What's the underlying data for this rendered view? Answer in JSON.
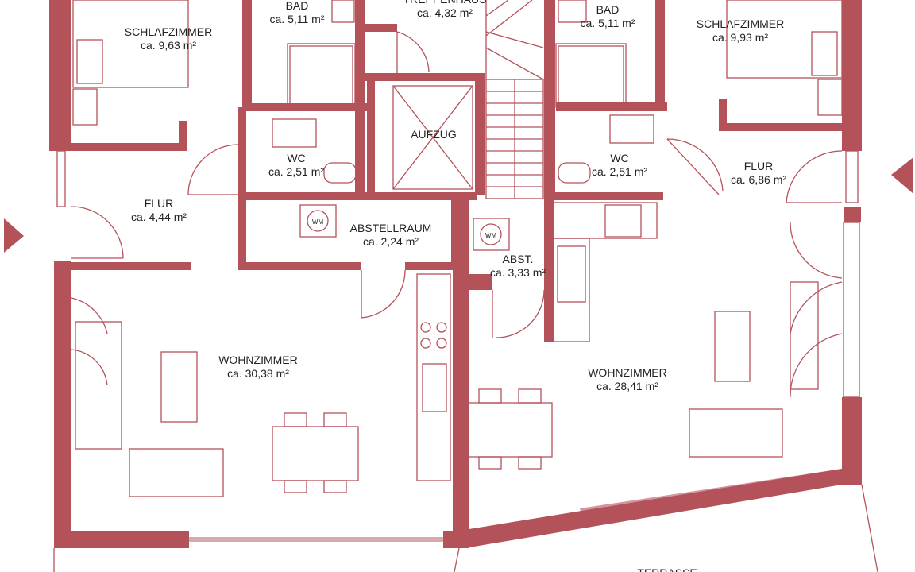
{
  "rooms": [
    {
      "name": "SCHLAFZIMMER",
      "area": "ca. 9,63 m²"
    },
    {
      "name": "BAD",
      "area": "ca. 5,11 m²"
    },
    {
      "name": "TREPPENHAUS",
      "area": "ca. 4,32 m²"
    },
    {
      "name": "BAD",
      "area": "ca. 5,11 m²"
    },
    {
      "name": "SCHLAFZIMMER",
      "area": "ca. 9,93 m²"
    },
    {
      "name": "AUFZUG",
      "area": ""
    },
    {
      "name": "WC",
      "area": "ca. 2,51 m²"
    },
    {
      "name": "WC",
      "area": "ca. 2,51 m²"
    },
    {
      "name": "FLUR",
      "area": "ca. 6,86 m²"
    },
    {
      "name": "FLUR",
      "area": "ca. 4,44 m²"
    },
    {
      "name": "ABSTELLRAUM",
      "area": "ca. 2,24 m²"
    },
    {
      "name": "ABST.",
      "area": "ca. 3,33 m²"
    },
    {
      "name": "WOHNZIMMER",
      "area": "ca. 30,38 m²"
    },
    {
      "name": "WOHNZIMMER",
      "area": "ca. 28,41 m²"
    },
    {
      "name": "TERRASSE",
      "area": ""
    }
  ],
  "appliances": {
    "washer_label": "WM"
  },
  "colors": {
    "wall": "#b4525a"
  }
}
